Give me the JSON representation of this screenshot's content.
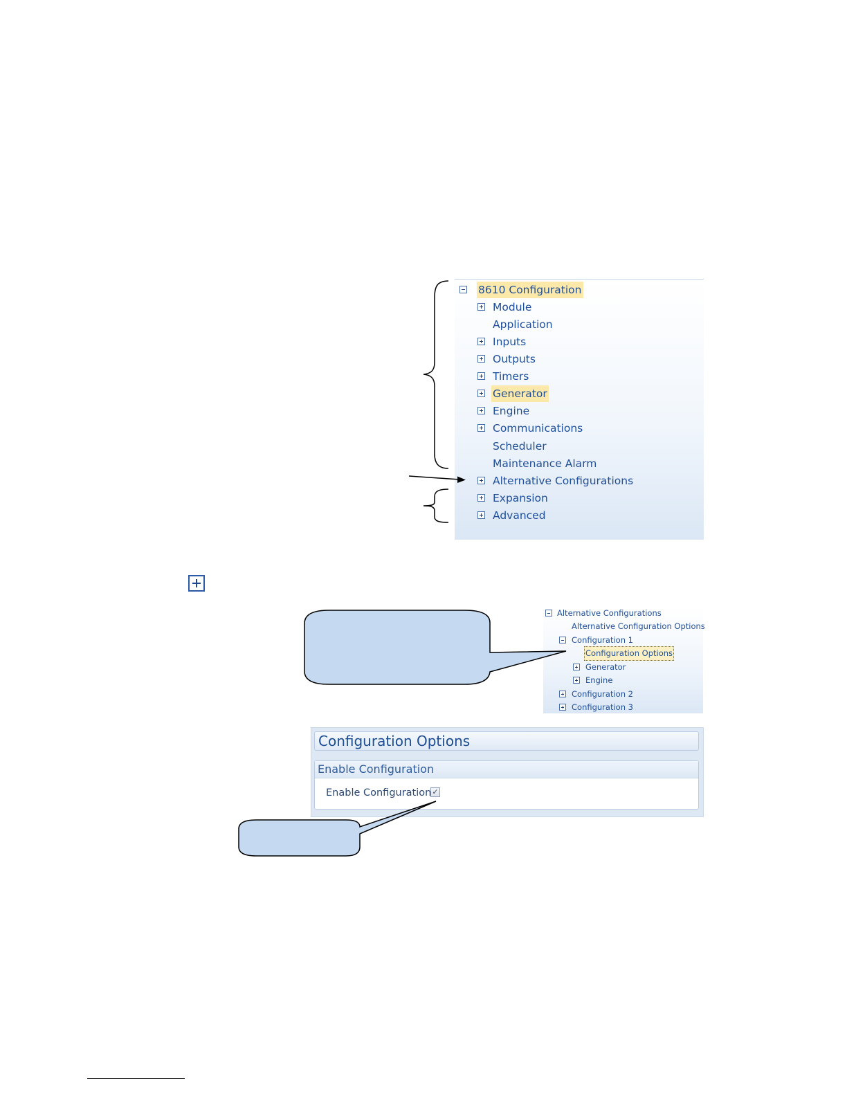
{
  "tree_main": {
    "root": {
      "label": "8610 Configuration",
      "expanded": true
    },
    "items": [
      {
        "label": "Module",
        "toggle": "plus"
      },
      {
        "label": "Application",
        "toggle": "none"
      },
      {
        "label": "Inputs",
        "toggle": "plus"
      },
      {
        "label": "Outputs",
        "toggle": "plus"
      },
      {
        "label": "Timers",
        "toggle": "plus"
      },
      {
        "label": "Generator",
        "toggle": "plus",
        "highlighted": true
      },
      {
        "label": "Engine",
        "toggle": "plus"
      },
      {
        "label": "Communications",
        "toggle": "plus"
      },
      {
        "label": "Scheduler",
        "toggle": "none"
      },
      {
        "label": "Maintenance Alarm",
        "toggle": "none"
      },
      {
        "label": "Alternative Configurations",
        "toggle": "plus"
      },
      {
        "label": "Expansion",
        "toggle": "plus"
      },
      {
        "label": "Advanced",
        "toggle": "plus"
      }
    ]
  },
  "tree_alt": {
    "items": [
      {
        "label": "Alternative Configurations",
        "toggle": "minus"
      },
      {
        "label": "Alternative Configuration Options",
        "toggle": "none"
      },
      {
        "label": "Configuration 1",
        "toggle": "minus"
      },
      {
        "label": "Configuration Options",
        "toggle": "none",
        "selected": true
      },
      {
        "label": "Generator",
        "toggle": "plus"
      },
      {
        "label": "Engine",
        "toggle": "plus"
      },
      {
        "label": "Configuration 2",
        "toggle": "plus"
      },
      {
        "label": "Configuration 3",
        "toggle": "plus"
      }
    ]
  },
  "config_panel": {
    "title": "Configuration Options",
    "group_title": "Enable Configuration",
    "row_label": "Enable Configuration",
    "checkbox_mark": "✓",
    "checked": true
  },
  "icons": {
    "expand": "plus-box-icon",
    "collapse": "minus-box-icon"
  },
  "colors": {
    "tree_text": "#1f4f99",
    "highlight": "#fce9a9",
    "callout_fill": "#c5d9f1"
  }
}
